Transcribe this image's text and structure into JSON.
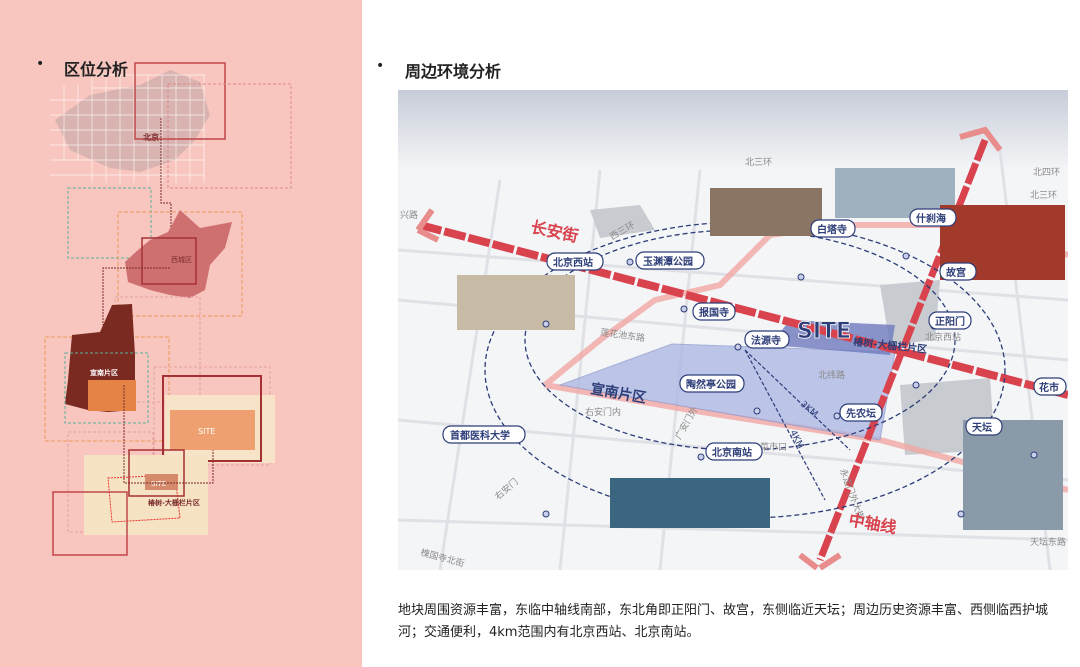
{
  "left": {
    "bullet": "•",
    "title": "区位分析",
    "labels": {
      "beijing": "北京",
      "xicheng": "西城区",
      "xuannan": "宣南片区",
      "site1": "SITE",
      "site2": "SITE",
      "district": "椿树-大栅栏片区"
    }
  },
  "right": {
    "bullet": "•",
    "title": "周边环境分析",
    "map": {
      "axes": {
        "changan": "长安街",
        "zhongzhou": "中轴线"
      },
      "site": "SITE",
      "site_area": "椿树-大栅栏片区",
      "xuannan": "宣南片区",
      "radii": [
        "3KM",
        "4KM"
      ],
      "places": [
        "玉渊潭公园",
        "白塔寺",
        "什刹海",
        "故宫",
        "正阳门",
        "花市",
        "天坛",
        "北京西站",
        "报国寺",
        "法源寺",
        "陶然亭公园",
        "先农坛",
        "北京南站",
        "首都医科大学"
      ],
      "roads": [
        "北三环",
        "西三环",
        "北四环",
        "北三环",
        "兴路",
        "莲花池东路",
        "广安门外",
        "北纬路",
        "右安门内",
        "菜市口",
        "永定门外大街",
        "右安门",
        "槐国寺北街",
        "天坛东路",
        "北京西站"
      ]
    },
    "colors": {
      "accent": "#d9434e",
      "site": "#2d3d78",
      "area": "#aab6e4"
    }
  },
  "description": "地块周围资源丰富，东临中轴线南部，东北角即正阳门、故宫，东侧临近天坛；周边历史资源丰富、西侧临西护城河；交通便利，4km范围内有北京西站、北京南站。"
}
